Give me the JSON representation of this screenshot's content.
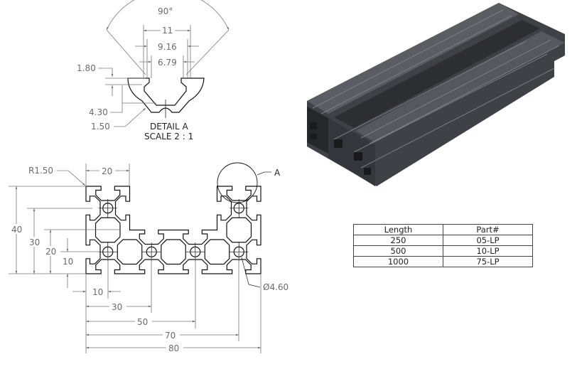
{
  "detail": {
    "angle": "90°",
    "w_outer": "11",
    "w_mid": "9.16",
    "w_inner": "6.79",
    "lip": "1.80",
    "depth": "4.30",
    "wall": "1.50",
    "title": "DETAIL A",
    "scale": "SCALE 2 : 1"
  },
  "section": {
    "radius": "R1.50",
    "top_width": "20",
    "height_total": "40",
    "h30": "30",
    "h20": "20",
    "h10": "10",
    "x10": "10",
    "x30": "30",
    "x50": "50",
    "x70": "70",
    "x80": "80",
    "hole": "Ø4.60",
    "detail_callout": "A"
  },
  "table": {
    "headers": [
      "Length",
      "Part#"
    ],
    "rows": [
      [
        "250",
        "05-LP"
      ],
      [
        "500",
        "10-LP"
      ],
      [
        "1000",
        "75-LP"
      ]
    ]
  }
}
